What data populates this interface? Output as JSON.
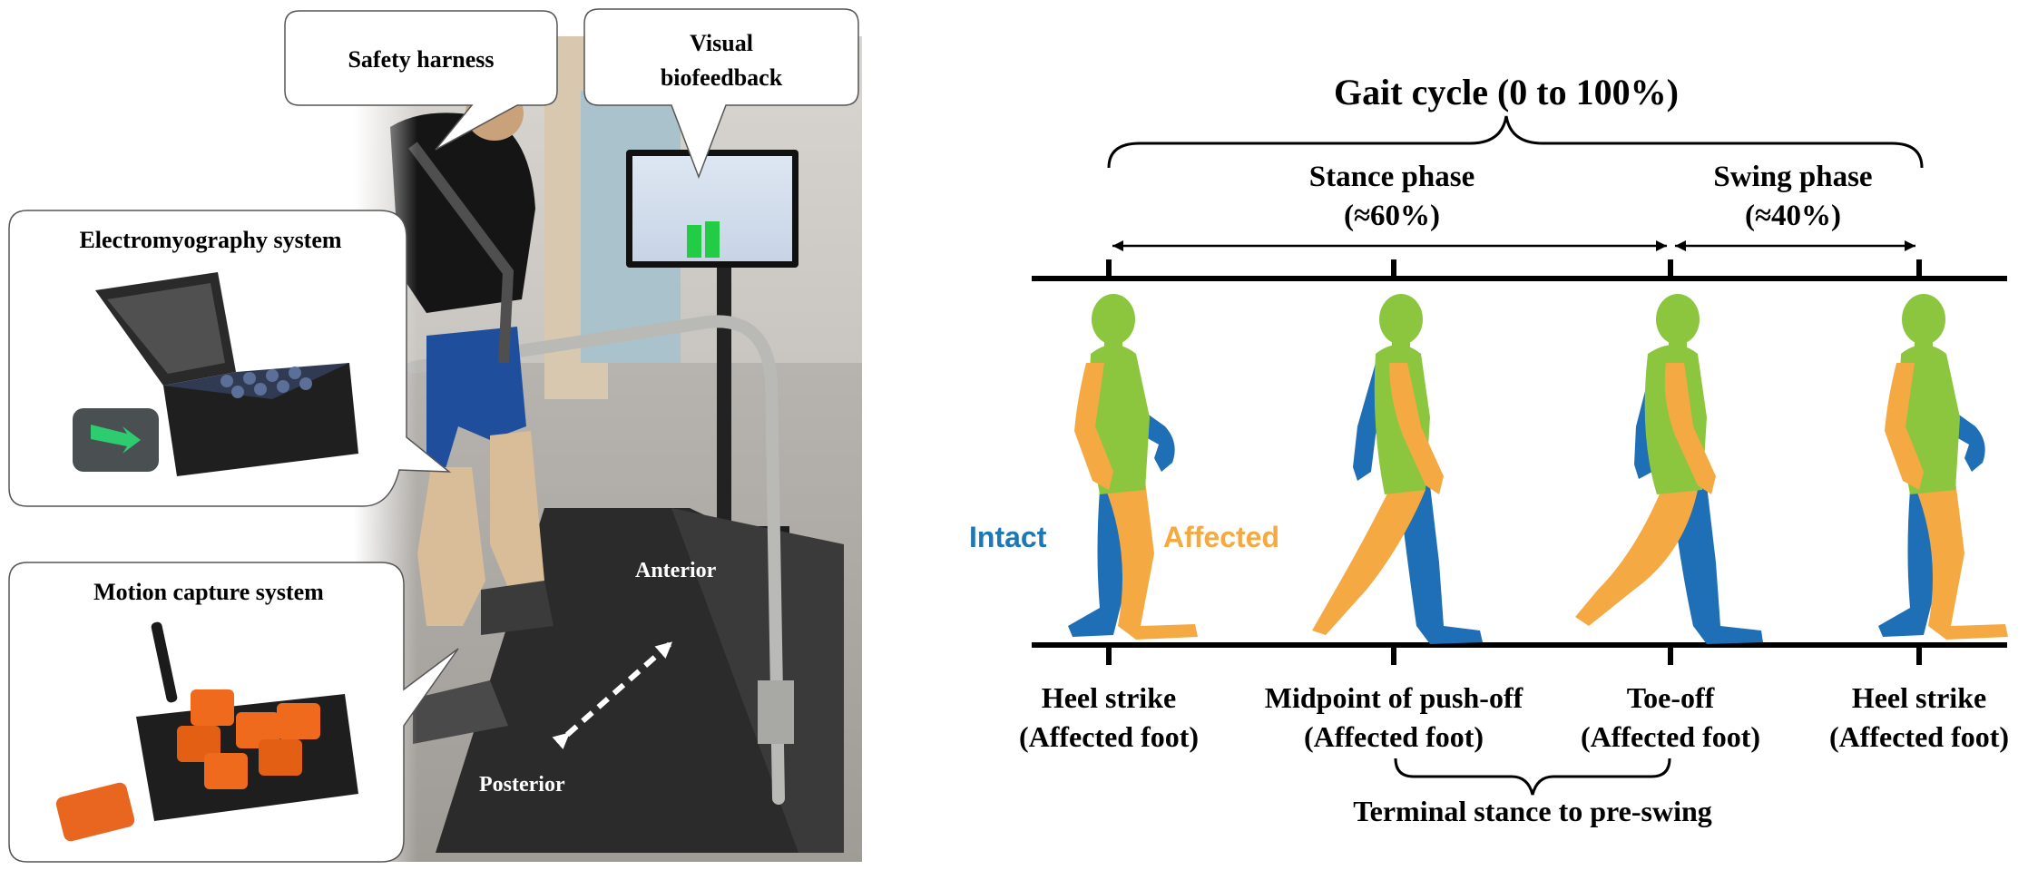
{
  "photo_panel": {
    "callouts": {
      "safety_harness": "Safety harness",
      "visual_biofeedback_line1": "Visual",
      "visual_biofeedback_line2": "biofeedback",
      "emg": "Electromyography system",
      "mocap": "Motion capture system"
    },
    "direction": {
      "anterior": "Anterior",
      "posterior": "Posterior"
    }
  },
  "gait_diagram": {
    "title": "Gait cycle (0 to 100%)",
    "stance_label": "Stance phase",
    "stance_pct": "(≈60%)",
    "swing_label": "Swing phase",
    "swing_pct": "(≈40%)",
    "legend": {
      "intact": "Intact",
      "affected": "Affected"
    },
    "events": [
      {
        "name": "Heel strike",
        "sub": "(Affected foot)"
      },
      {
        "name": "Midpoint of push-off",
        "sub": "(Affected foot)"
      },
      {
        "name": "Toe-off",
        "sub": "(Affected foot)"
      },
      {
        "name": "Heel strike",
        "sub": "(Affected foot)"
      }
    ],
    "terminal_stance": "Terminal stance to pre-swing",
    "colors": {
      "intact": "#1E6FB5",
      "affected": "#F5A942",
      "torso": "#8CC63F",
      "legend_intact": "#1F77B4",
      "legend_affected": "#F5A942"
    }
  }
}
